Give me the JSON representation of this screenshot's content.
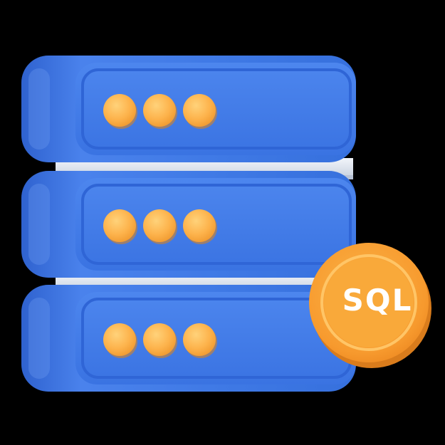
{
  "illustration": {
    "name": "server-database-icon",
    "server_units": 3,
    "leds_per_unit": 3,
    "badge": {
      "label": "SQL"
    },
    "colors": {
      "background": "#000000",
      "server_body": "#3F79E5",
      "server_body_dark": "#2B5CC8",
      "server_face_outline": "#2F65D6",
      "server_highlight": "#6E9BF0",
      "separator": "#E6ECF5",
      "separator_shadow": "#B8C3D6",
      "led": "#FDB34C",
      "led_highlight": "#FFD27A",
      "badge_outer": "#F79A2E",
      "badge_inner": "#F9A93A",
      "badge_rim": "#FFC566",
      "badge_text": "#FFFFFF"
    }
  }
}
